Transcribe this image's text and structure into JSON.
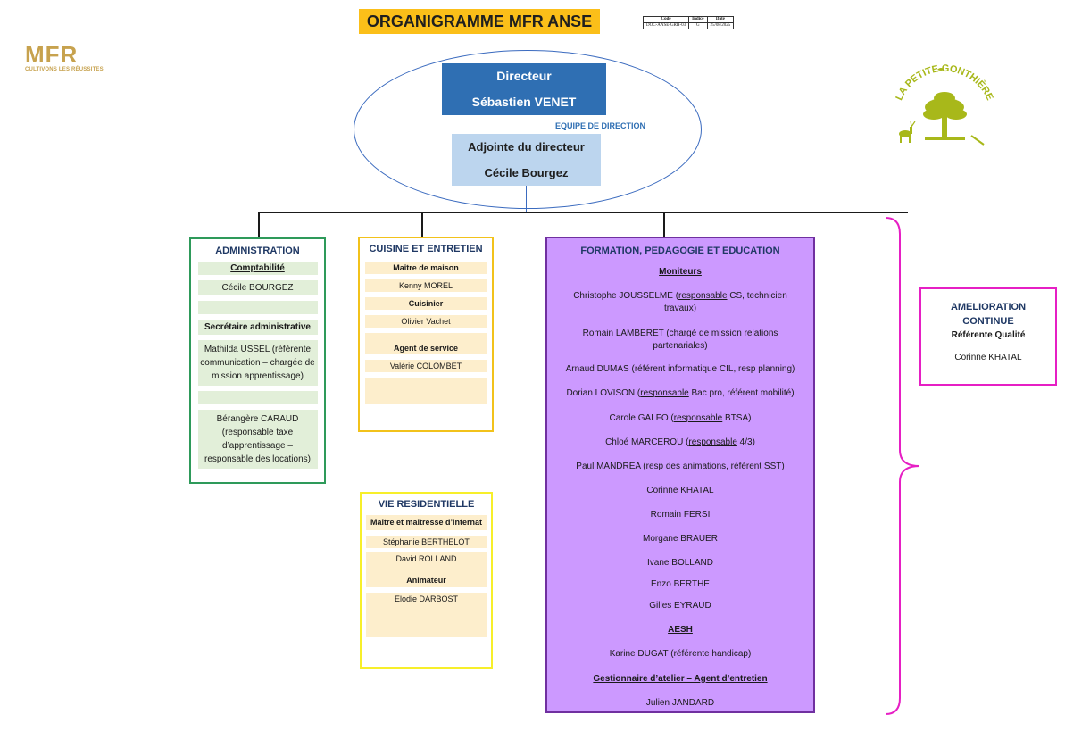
{
  "title": "ORGANIGRAMME MFR ANSE",
  "doc_table": {
    "headers": [
      "Code",
      "Indice",
      "Date"
    ],
    "values": [
      "DOC-ANSE-GRH-03",
      "G",
      "25/08/2025"
    ]
  },
  "mfr_logo": {
    "text": "MFR",
    "tagline": "CULTIVONS LES RÉUSSITES",
    "color": "#c7a24e"
  },
  "gonthiere_logo": {
    "text": "LA PETITE GONTHIÈRE",
    "color": "#a8b81a"
  },
  "director": {
    "role": "Directeur",
    "name": "Sébastien VENET",
    "color": "#2f6fb3"
  },
  "equipe_label": "EQUIPE DE DIRECTION",
  "adjointe": {
    "role": "Adjointe du directeur",
    "name": "Cécile Bourgez",
    "color": "#bcd5ee"
  },
  "administration": {
    "title": "ADMINISTRATION",
    "comptabilite_label": "Comptabilité",
    "comptabilite_name": "Cécile BOURGEZ",
    "secretaire_label": "Secrétaire administrative",
    "secretaire_name": "Mathilda USSEL (référente communication – chargée de mission apprentissage)",
    "berangere": "Bérangère CARAUD (responsable taxe d’apprentissage – responsable des locations)",
    "border_color": "#2e9a5a"
  },
  "cuisine": {
    "title": "CUISINE ET ENTRETIEN",
    "maitre_maison_label": "Maître de maison",
    "maitre_maison_name": "Kenny MOREL",
    "cuisinier_label": "Cuisinier",
    "cuisinier_name": "Olivier Vachet",
    "agent_label": "Agent de service",
    "agent_name": "Valérie COLOMBET",
    "border_color": "#f2c21b"
  },
  "vie": {
    "title": "VIE RESIDENTIELLE",
    "internat_label": "Maître et maîtresse d’internat",
    "internat_1": "Stéphanie BERTHELOT",
    "internat_2": "David ROLLAND",
    "animateur_label": "Animateur",
    "animateur_name": "Elodie DARBOST",
    "border_color": "#f7ef2a"
  },
  "formation": {
    "title": "FORMATION, PEDAGOGIE ET EDUCATION",
    "moniteurs_label": "Moniteurs",
    "m1_name": "Christophe JOUSSELME (",
    "m1_ul": "responsable",
    "m1_rest": " CS, technicien travaux)",
    "m2": "Romain LAMBERET (chargé de mission relations partenariales)",
    "m3": "Arnaud DUMAS (référent informatique CIL, resp planning)",
    "m4_name": "Dorian LOVISON (",
    "m4_ul": "responsable",
    "m4_rest": " Bac pro, référent mobilité)",
    "m5_name": "Carole GALFO (",
    "m5_ul": "responsable",
    "m5_rest": " BTSA)",
    "m6_name": "Chloé MARCEROU (",
    "m6_ul": "responsable",
    "m6_rest": " 4/3)",
    "m7": "Paul MANDREA (resp des animations, référent SST)",
    "m8": "Corinne KHATAL",
    "m9": "Romain FERSI",
    "m10": "Morgane BRAUER",
    "m11": "Ivane BOLLAND",
    "m12": "Enzo BERTHE",
    "m13": "Gilles EYRAUD",
    "aesh_label": "AESH",
    "aesh_name": "Karine DUGAT (référente handicap)",
    "gest_label": "Gestionnaire d’atelier – Agent d’entretien",
    "gest_name": "Julien JANDARD",
    "bg_color": "#cc99ff",
    "border_color": "#7030a0"
  },
  "amelioration": {
    "title_1": "AMELIORATION",
    "title_2": "CONTINUE",
    "subtitle": "Référente Qualité",
    "name": "Corinne KHATAL",
    "border_color": "#e61fc4"
  }
}
